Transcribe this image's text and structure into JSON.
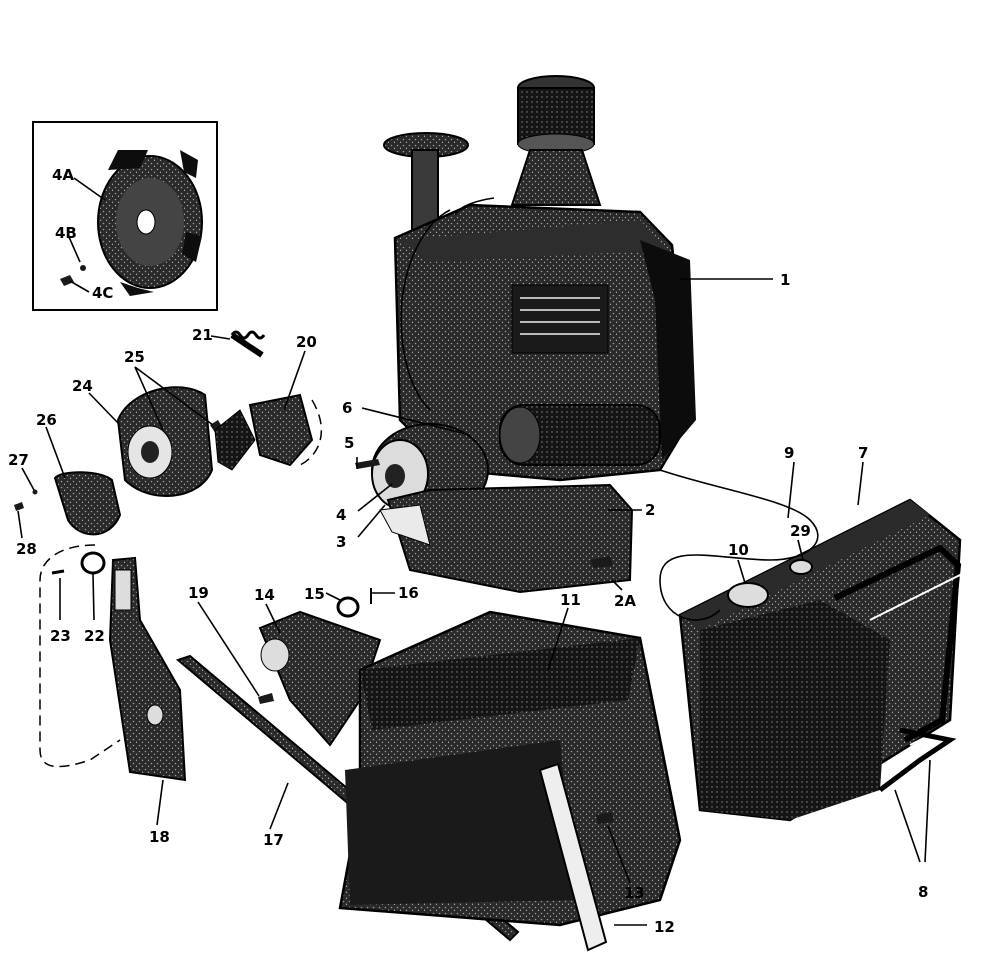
{
  "labels": {
    "l1": "1",
    "l2": "2",
    "l2a": "2A",
    "l3": "3",
    "l4": "4",
    "l4a": "4A",
    "l4b": "4B",
    "l4c": "4C",
    "l5": "5",
    "l6": "6",
    "l7": "7",
    "l8": "8",
    "l9": "9",
    "l10": "10",
    "l11": "11",
    "l12": "12",
    "l13": "13",
    "l14": "14",
    "l15": "15",
    "l16": "16",
    "l17": "17",
    "l18": "18",
    "l19": "19",
    "l20": "20",
    "l21": "21",
    "l22": "22",
    "l23": "23",
    "l24": "24",
    "l25": "25",
    "l26": "26",
    "l27": "27",
    "l28": "28",
    "l29": "29"
  }
}
